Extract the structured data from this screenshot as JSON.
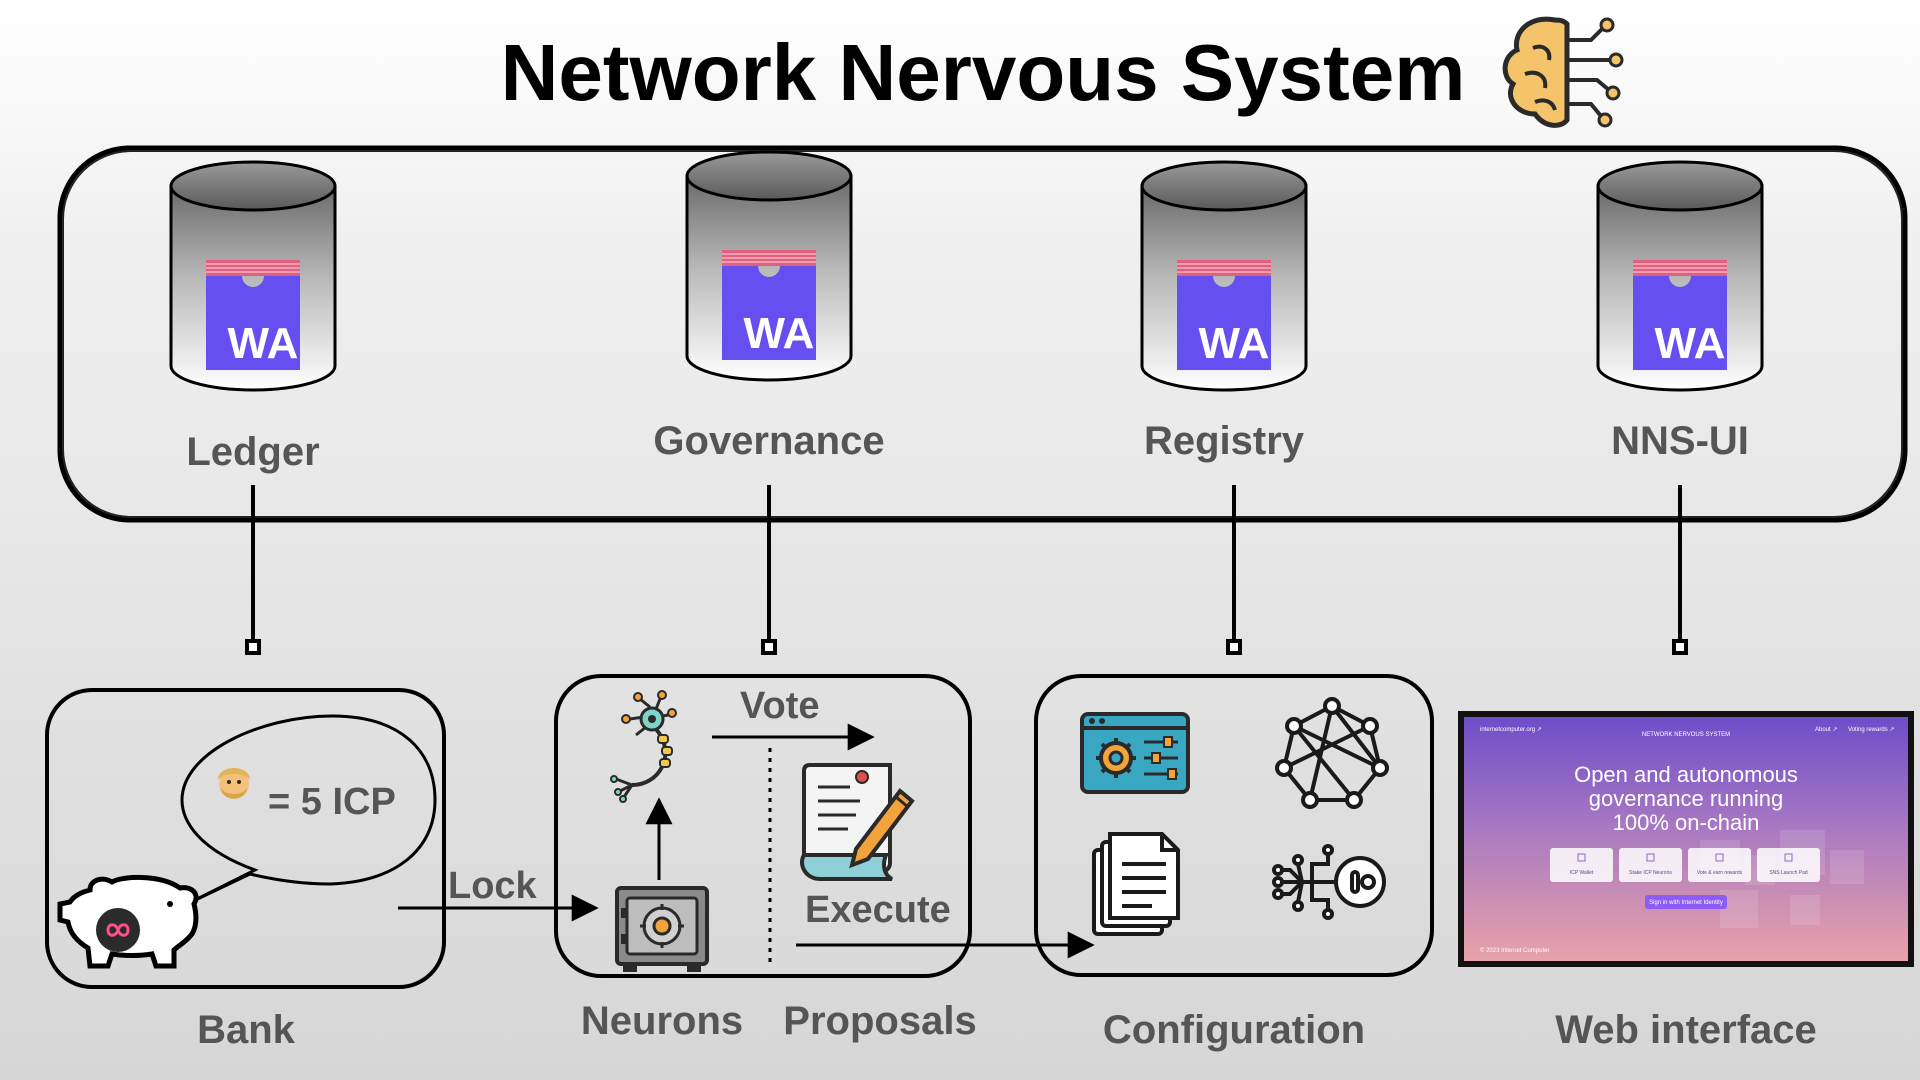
{
  "title": "Network Nervous System",
  "canisters": [
    {
      "label": "Ledger",
      "logo": "WA"
    },
    {
      "label": "Governance",
      "logo": "WA"
    },
    {
      "label": "Registry",
      "logo": "WA"
    },
    {
      "label": "NNS-UI",
      "logo": "WA"
    }
  ],
  "bank": {
    "label": "Bank",
    "bubble_text": "= 5 ICP"
  },
  "governance_box": {
    "neurons_label": "Neurons",
    "proposals_label": "Proposals",
    "vote_label": "Vote",
    "execute_label": "Execute"
  },
  "lock_label": "Lock",
  "configuration": {
    "label": "Configuration"
  },
  "web_interface": {
    "label": "Web interface",
    "hero_lines": [
      "Open and autonomous",
      "governance running",
      "100% on-chain"
    ],
    "nav_left": "internetcomputer.org ↗",
    "nav_center": "NETWORK NERVOUS SYSTEM",
    "nav_right_1": "About ↗",
    "nav_right_2": "Voting rewards ↗",
    "cards": [
      "ICP Wallet",
      "Stake ICP Neurons",
      "Vote & earn rewards",
      "SNS Launch Pad"
    ],
    "sign_in": "Sign in with Internet Identity",
    "footer_left": "© 2023 Internet Computer"
  },
  "colors": {
    "wasm_purple": "#654ff0",
    "wasm_stripe": "#e0607e",
    "outline": "#000000",
    "label_gray": "#555555",
    "icon_orange": "#f2a33a",
    "icon_teal": "#1f7a8c"
  },
  "icons": {
    "brain": "brain-circuit-icon",
    "piggy": "piggy-bank-icon",
    "neuron": "neuron-icon",
    "safe": "safe-icon",
    "contract": "contract-sign-icon",
    "dashboard": "settings-dashboard-icon",
    "network": "network-graph-icon",
    "documents": "documents-icon",
    "key": "circuit-key-icon",
    "face": "person-emoji-icon"
  }
}
